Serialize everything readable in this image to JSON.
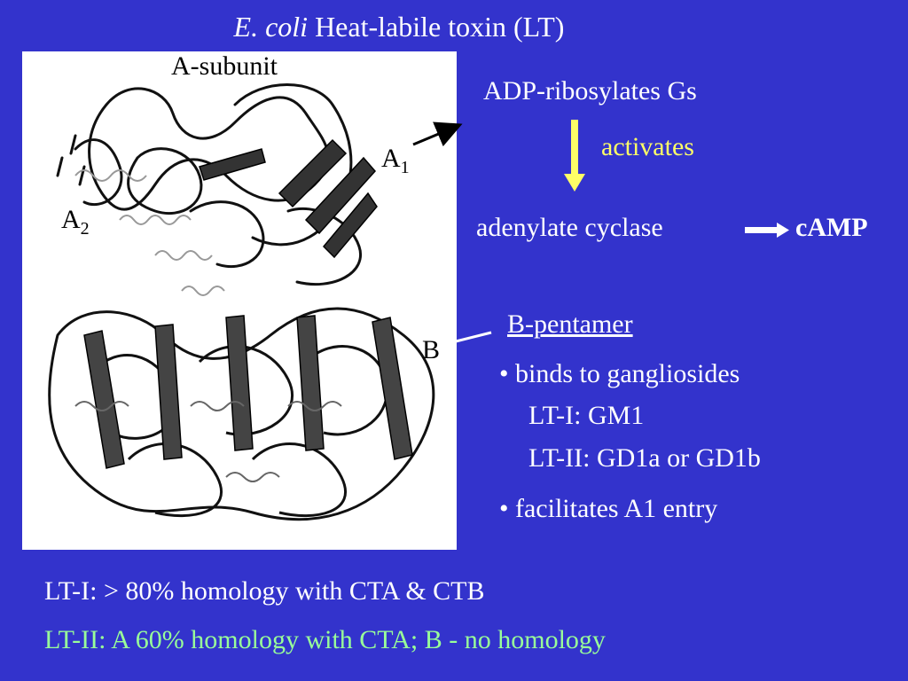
{
  "title": {
    "italic": "E. coli",
    "rest": " Heat-labile toxin (LT)"
  },
  "figure": {
    "a_subunit_label": "A-subunit",
    "a1_main": "A",
    "a1_sub": "1",
    "a2_main": "A",
    "a2_sub": "2",
    "b_label": "B"
  },
  "pathway": {
    "adp_ribosylates": "ADP-ribosylates  Gs",
    "activates": "activates",
    "adenylate_cyclase": "adenylate  cyclase",
    "camp": "cAMP"
  },
  "b_pentamer": {
    "heading": "B-pentamer",
    "binds": "• binds  to gangliosides",
    "lt1": "LT-I:  GM1",
    "lt2": "LT-II:  GD1a or GD1b",
    "facilitates": "• facilitates  A1 entry"
  },
  "homology": {
    "lt1": "LT-I:  > 80% homology with CTA &  CTB",
    "lt2": "LT-II:  A 60% homology with CTA;   B - no homology"
  },
  "colors": {
    "background": "#3333cc",
    "text": "#ffffff",
    "accent_yellow": "#ffff66",
    "accent_green": "#99ff99"
  }
}
